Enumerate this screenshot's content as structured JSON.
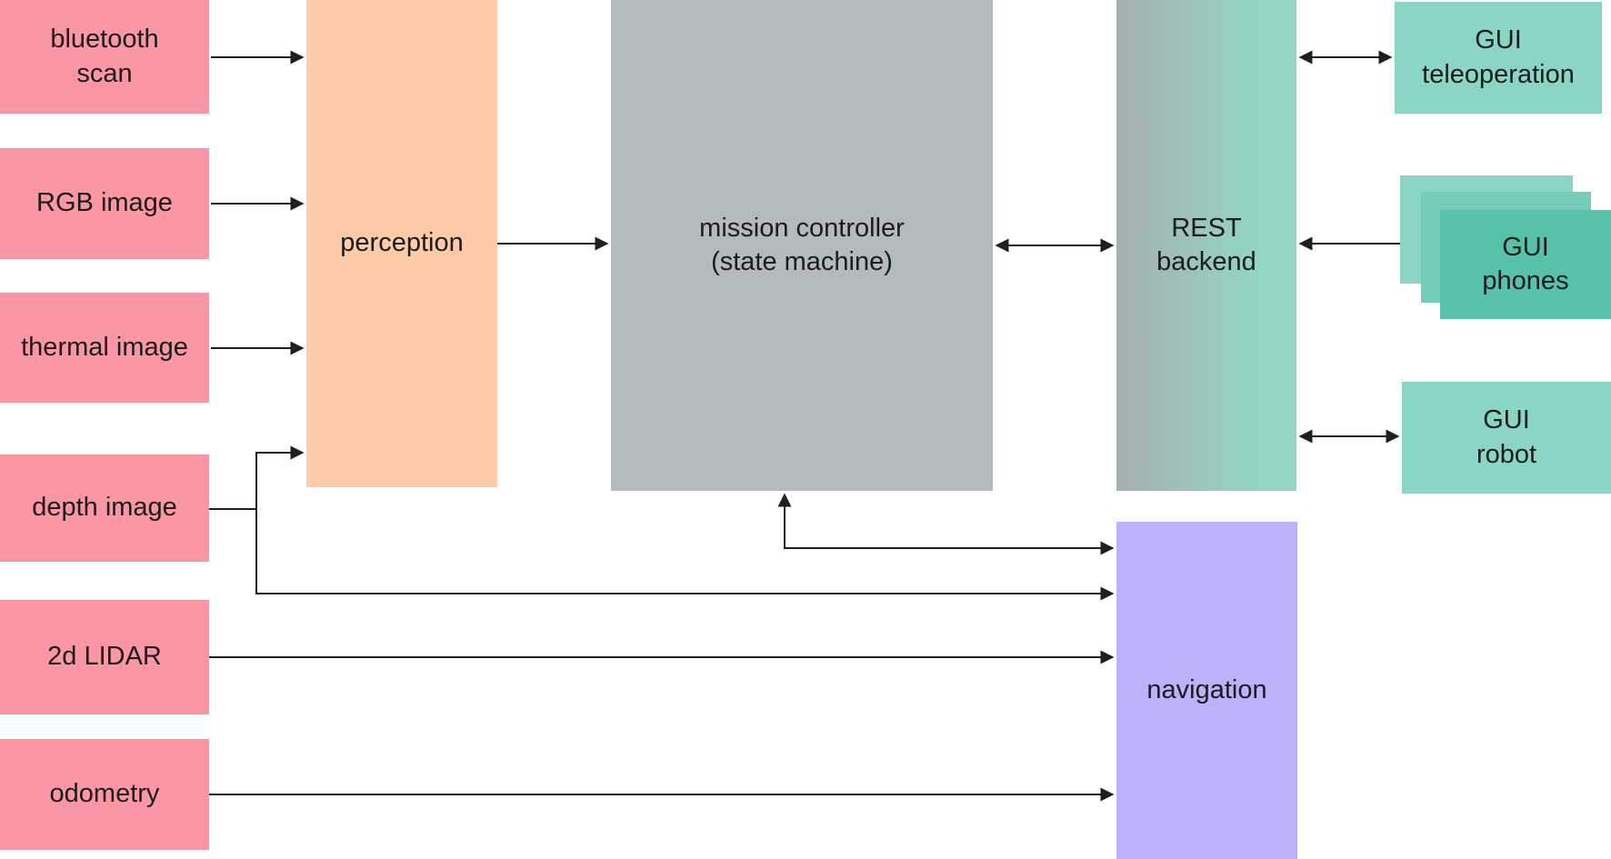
{
  "nodes": {
    "bluetooth_scan": {
      "label": "bluetooth\nscan",
      "color": "#fb97a4"
    },
    "rgb_image": {
      "label": "RGB image",
      "color": "#fb97a4"
    },
    "thermal_image": {
      "label": "thermal image",
      "color": "#fb97a4"
    },
    "depth_image": {
      "label": "depth image",
      "color": "#fb97a4"
    },
    "lidar_2d": {
      "label": "2d LIDAR",
      "color": "#fb97a4"
    },
    "odometry": {
      "label": "odometry",
      "color": "#fb97a4"
    },
    "perception": {
      "label": "perception",
      "color": "#fccba7"
    },
    "mission_controller": {
      "label": "mission controller\n(state machine)",
      "color": "#b4bbbd"
    },
    "rest_backend": {
      "label": "REST\nbackend",
      "color_gradient": [
        "#a7b0b2",
        "#92d5c3"
      ]
    },
    "navigation": {
      "label": "navigation",
      "color": "#beb1f9"
    },
    "gui_teleoperation": {
      "label": "GUI\nteleoperation",
      "color": "#8bd5c4"
    },
    "gui_phones": {
      "label": "GUI\nphones",
      "color": "#57c2aa",
      "stack_colors": [
        "#8bd5c4",
        "#73cdb9",
        "#57c2aa"
      ]
    },
    "gui_robot": {
      "label": "GUI\nrobot",
      "color": "#8bd5c4"
    }
  },
  "edges": [
    {
      "from": "bluetooth scan",
      "to": "perception",
      "bidirectional": false
    },
    {
      "from": "RGB image",
      "to": "perception",
      "bidirectional": false
    },
    {
      "from": "thermal image",
      "to": "perception",
      "bidirectional": false
    },
    {
      "from": "depth image",
      "to": "perception",
      "bidirectional": false
    },
    {
      "from": "depth image",
      "to": "navigation",
      "bidirectional": false
    },
    {
      "from": "2d LIDAR",
      "to": "navigation",
      "bidirectional": false
    },
    {
      "from": "odometry",
      "to": "navigation",
      "bidirectional": false
    },
    {
      "from": "perception",
      "to": "mission controller",
      "bidirectional": false
    },
    {
      "from": "mission controller",
      "to": "REST backend",
      "bidirectional": true
    },
    {
      "from": "mission controller",
      "to": "navigation",
      "bidirectional": true
    },
    {
      "from": "REST backend",
      "to": "GUI teleoperation",
      "bidirectional": true
    },
    {
      "from": "REST backend",
      "to": "GUI phones",
      "bidirectional": true
    },
    {
      "from": "REST backend",
      "to": "GUI robot",
      "bidirectional": true
    }
  ],
  "colors": {
    "background": "#ffffff",
    "source_pink": "#fb97a4",
    "perception_peach": "#fccba7",
    "controller_gray": "#b4bbbd",
    "navigation_purple": "#beb1f9",
    "gui_teal": "#8bd5c4",
    "gui_teal_mid": "#73cdb9",
    "gui_teal_front": "#57c2aa",
    "rest_gradient_left": "#a7b0b2",
    "rest_gradient_right": "#92d5c3",
    "edge_line": "#1f1f1f",
    "text": "#1c1c1c"
  }
}
